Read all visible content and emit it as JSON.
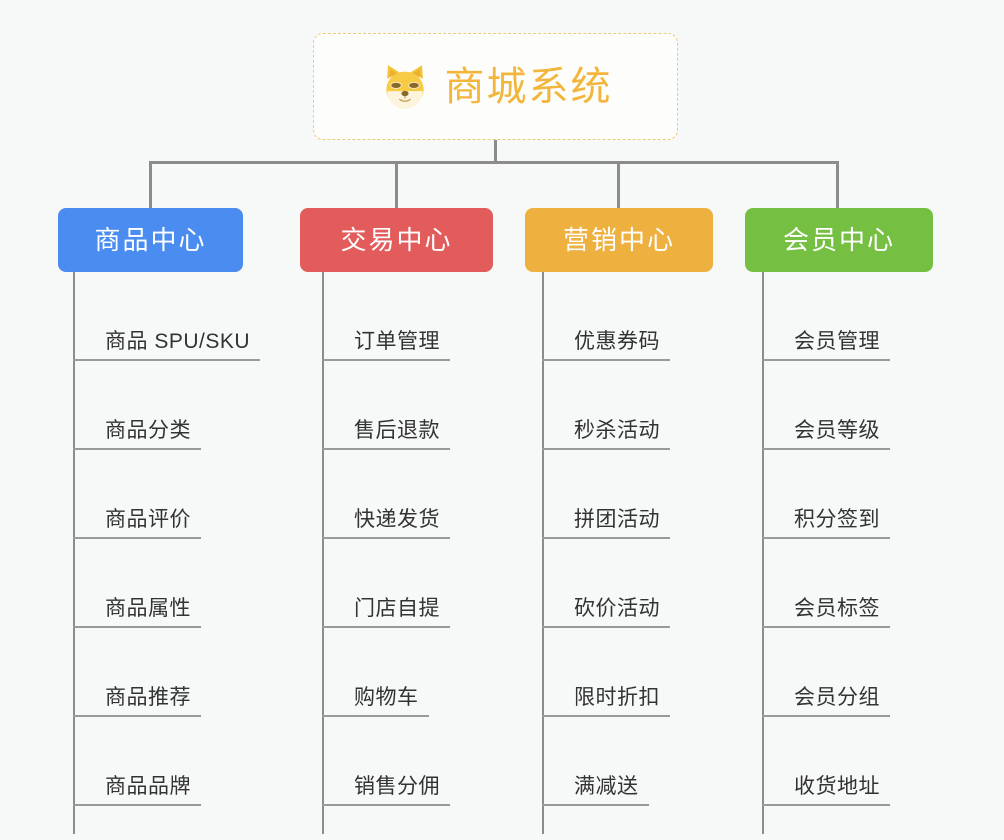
{
  "diagram": {
    "type": "organization-tree",
    "background_color": "#f7f8f8",
    "connector_color": "#8c8c8c",
    "root": {
      "title": "商城系统",
      "icon": "shiba-dog-icon",
      "text_color": "#f3b63c",
      "border_color": "#eec97a",
      "background_color": "#fdfdfc"
    },
    "columns": [
      {
        "header": "商品中心",
        "color": "#4a8cf0",
        "items": [
          "商品 SPU/SKU",
          "商品分类",
          "商品评价",
          "商品属性",
          "商品推荐",
          "商品品牌"
        ]
      },
      {
        "header": "交易中心",
        "color": "#e35c5c",
        "items": [
          "订单管理",
          "售后退款",
          "快递发货",
          "门店自提",
          "购物车",
          "销售分佣"
        ]
      },
      {
        "header": "营销中心",
        "color": "#eeb03f",
        "items": [
          "优惠券码",
          "秒杀活动",
          "拼团活动",
          "砍价活动",
          "限时折扣",
          "满减送"
        ]
      },
      {
        "header": "会员中心",
        "color": "#75c043",
        "items": [
          "会员管理",
          "会员等级",
          "积分签到",
          "会员标签",
          "会员分组",
          "收货地址"
        ]
      }
    ]
  }
}
